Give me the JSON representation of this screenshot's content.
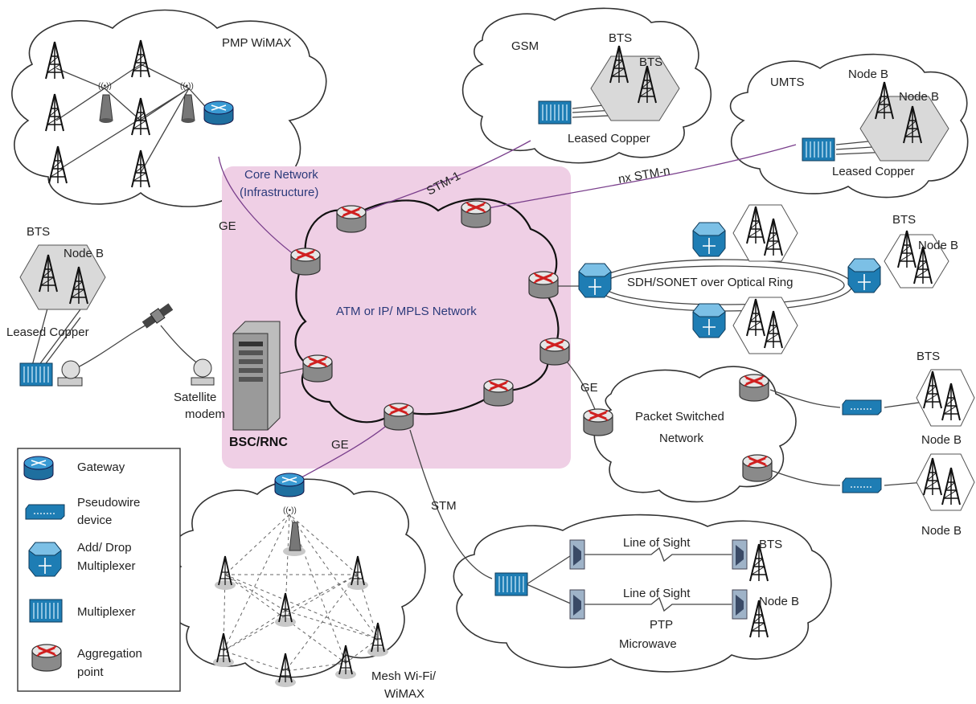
{
  "clouds": {
    "pmp_wimax": "PMP WiMAX",
    "gsm": "GSM",
    "umts": "UMTS",
    "core_network_line1": "Core Network",
    "core_network_line2": "(Infrastructure)",
    "atm_network": "ATM or IP/ MPLS Network",
    "packet_switched_line1": "Packet Switched",
    "packet_switched_line2": "Network",
    "mesh_line1": "Mesh Wi-Fi/",
    "mesh_line2": "WiMAX",
    "ptp_line1": "PTP",
    "ptp_line2": "Microwave"
  },
  "sites": {
    "gsm_bts_a": "BTS",
    "gsm_bts_b": "BTS",
    "gsm_leased_copper": "Leased Copper",
    "umts_node_b_a": "Node B",
    "umts_node_b_b": "Node B",
    "umts_leased_copper": "Leased Copper",
    "left_bts": "BTS",
    "left_node_b": "Node B",
    "left_leased_copper": "Leased Copper",
    "satellite_line1": "Satellite",
    "satellite_line2": "modem",
    "bsc_rnc": "BSC/RNC",
    "sdh_ring": "SDH/SONET over Optical Ring",
    "ring_bts": "BTS",
    "ring_node_b": "Node B",
    "psn_bts": "BTS",
    "psn_node_b_a": "Node B",
    "psn_node_b_b": "Node B",
    "mw_bts": "BTS",
    "mw_node_b": "Node B",
    "line_of_sight_1": "Line of Sight",
    "line_of_sight_2": "Line of Sight"
  },
  "links": {
    "stm1": "STM-1",
    "nx_stm_n": "nx STM-n",
    "ge_pmp": "GE",
    "ge_psn": "GE",
    "ge_mesh": "GE",
    "stm_mw": "STM"
  },
  "legend": {
    "gateway": "Gateway",
    "pseudowire_line1": "Pseudowire",
    "pseudowire_line2": "device",
    "adm_line1": "Add/ Drop",
    "adm_line2": "Multiplexer",
    "multiplexer": "Multiplexer",
    "aggregation_line1": "Aggregation",
    "aggregation_line2": "point"
  },
  "colors": {
    "core_fill": "#efcfe5",
    "device_blue": "#1d7fb6",
    "router_cross": "#d02020",
    "hex_fill": "#d9d9d9"
  }
}
